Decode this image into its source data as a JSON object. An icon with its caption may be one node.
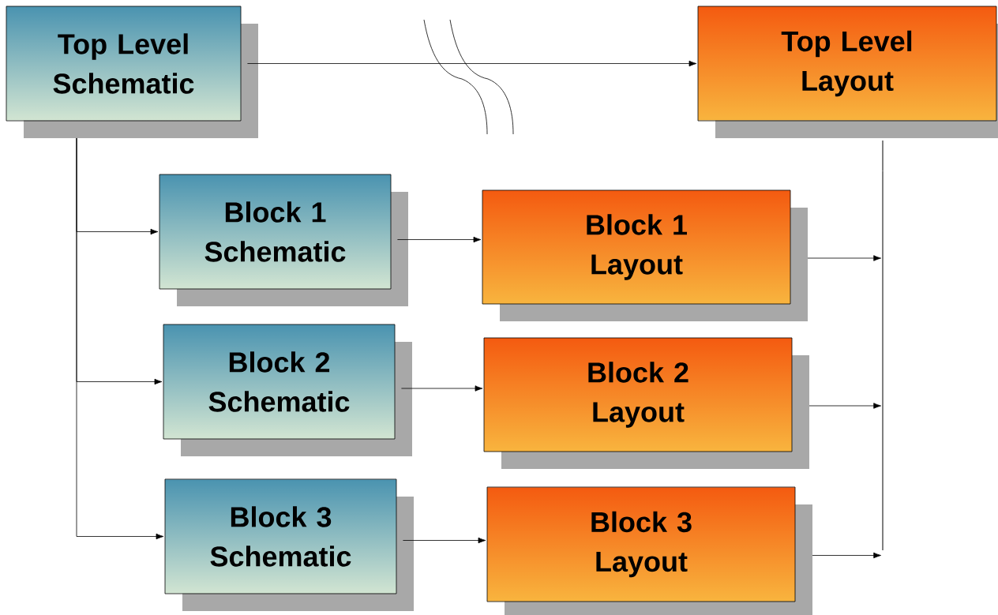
{
  "diagram": {
    "nodes": [
      {
        "text": [
          "Top Level Schematic"
        ]
      },
      {
        "text": [
          "Top Level Layout"
        ]
      },
      {
        "text": [
          "Block 1 Schematic"
        ]
      },
      {
        "text": [
          "Block 1 Layout"
        ]
      },
      {
        "text": [
          "Block 2 Schematic"
        ]
      },
      {
        "text": [
          "Block 2 Layout"
        ]
      },
      {
        "text": [
          "Block 3 Schematic"
        ]
      },
      {
        "text": [
          "Block 3 Layout"
        ]
      },
      {
        "text": [],
        "shape": "bar"
      }
    ],
    "edges": [
      {
        "from": 0,
        "to": 1,
        "arrow": "to"
      },
      {
        "from": 0,
        "to": 2,
        "arrow": "to"
      },
      {
        "from": 0,
        "to": 4,
        "arrow": "to"
      },
      {
        "from": 0,
        "to": 6,
        "arrow": "to"
      },
      {
        "from": 2,
        "to": 3,
        "arrow": "to"
      },
      {
        "from": 4,
        "to": 5,
        "arrow": "to"
      },
      {
        "from": 6,
        "to": 7,
        "arrow": "to"
      },
      {
        "from": 3,
        "to": 8,
        "arrow": "to"
      },
      {
        "from": 5,
        "to": 8,
        "arrow": "to"
      },
      {
        "from": 7,
        "to": 8,
        "arrow": "to"
      },
      {
        "from": 8,
        "to": 1,
        "arrow": "none"
      }
    ]
  }
}
